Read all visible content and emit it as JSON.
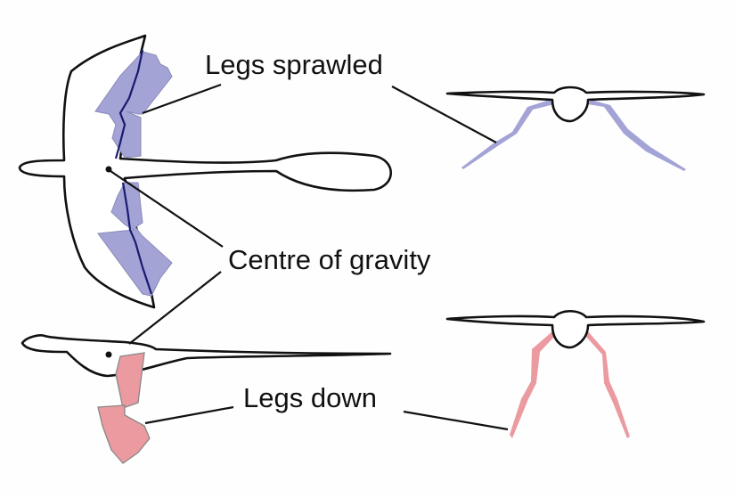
{
  "labels": {
    "legs_sprawled": "Legs sprawled",
    "centre_of_gravity": "Centre of gravity",
    "legs_down": "Legs down"
  },
  "colors": {
    "sprawled_leg_fill": "#a3a3d6",
    "sprawled_leg_line": "#1a1a6e",
    "down_leg_fill": "#eb9aa0",
    "leg_outline": "#808080",
    "outline": "#111111",
    "background": "#fefefe"
  },
  "panels": [
    {
      "id": "top-view-sprawled",
      "description": "Top view of animal with legs sprawled behind wings"
    },
    {
      "id": "front-view-sprawled",
      "description": "Front view with legs sprawled sideways"
    },
    {
      "id": "side-view-legs-down",
      "description": "Side view with legs hanging down"
    },
    {
      "id": "front-view-legs-down",
      "description": "Front view with legs hanging down"
    }
  ]
}
